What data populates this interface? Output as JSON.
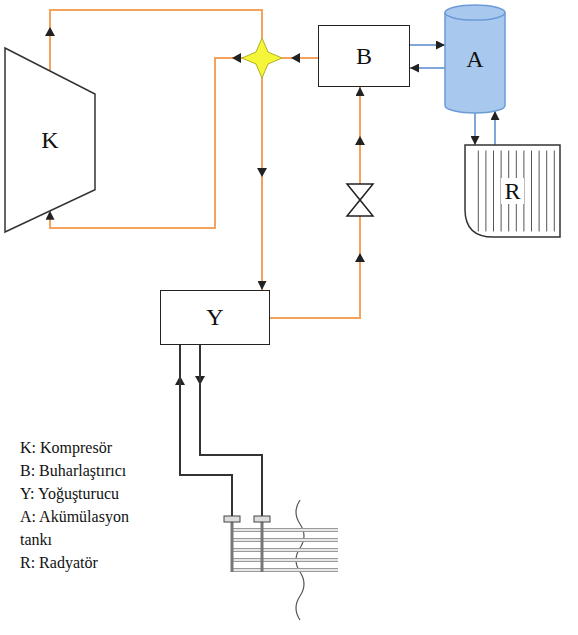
{
  "diagram": {
    "nodes": [
      {
        "text": [
          "K"
        ]
      },
      {
        "text": [
          "B"
        ]
      },
      {
        "text": [
          "A"
        ]
      },
      {
        "text": [
          "R"
        ]
      },
      {
        "text": [
          "Y"
        ]
      }
    ],
    "edges": [
      {
        "from": 0,
        "to": 4,
        "arrow": "to"
      },
      {
        "from": 1,
        "to": 0,
        "arrow": "to"
      },
      {
        "from": 4,
        "to": 1,
        "arrow": "to"
      },
      {
        "from": 1,
        "to": 2,
        "arrow": "to"
      },
      {
        "from": 2,
        "to": 1,
        "arrow": "to"
      },
      {
        "from": 2,
        "to": 3,
        "arrow": "to"
      },
      {
        "from": 3,
        "to": 2,
        "arrow": "to"
      }
    ],
    "labels": [
      "K: Kompresör",
      "B: Buharlaştırıcı",
      "Y: Yoğuşturucu",
      "A: Akümülasyon tankı",
      "R: Radyatör"
    ]
  }
}
